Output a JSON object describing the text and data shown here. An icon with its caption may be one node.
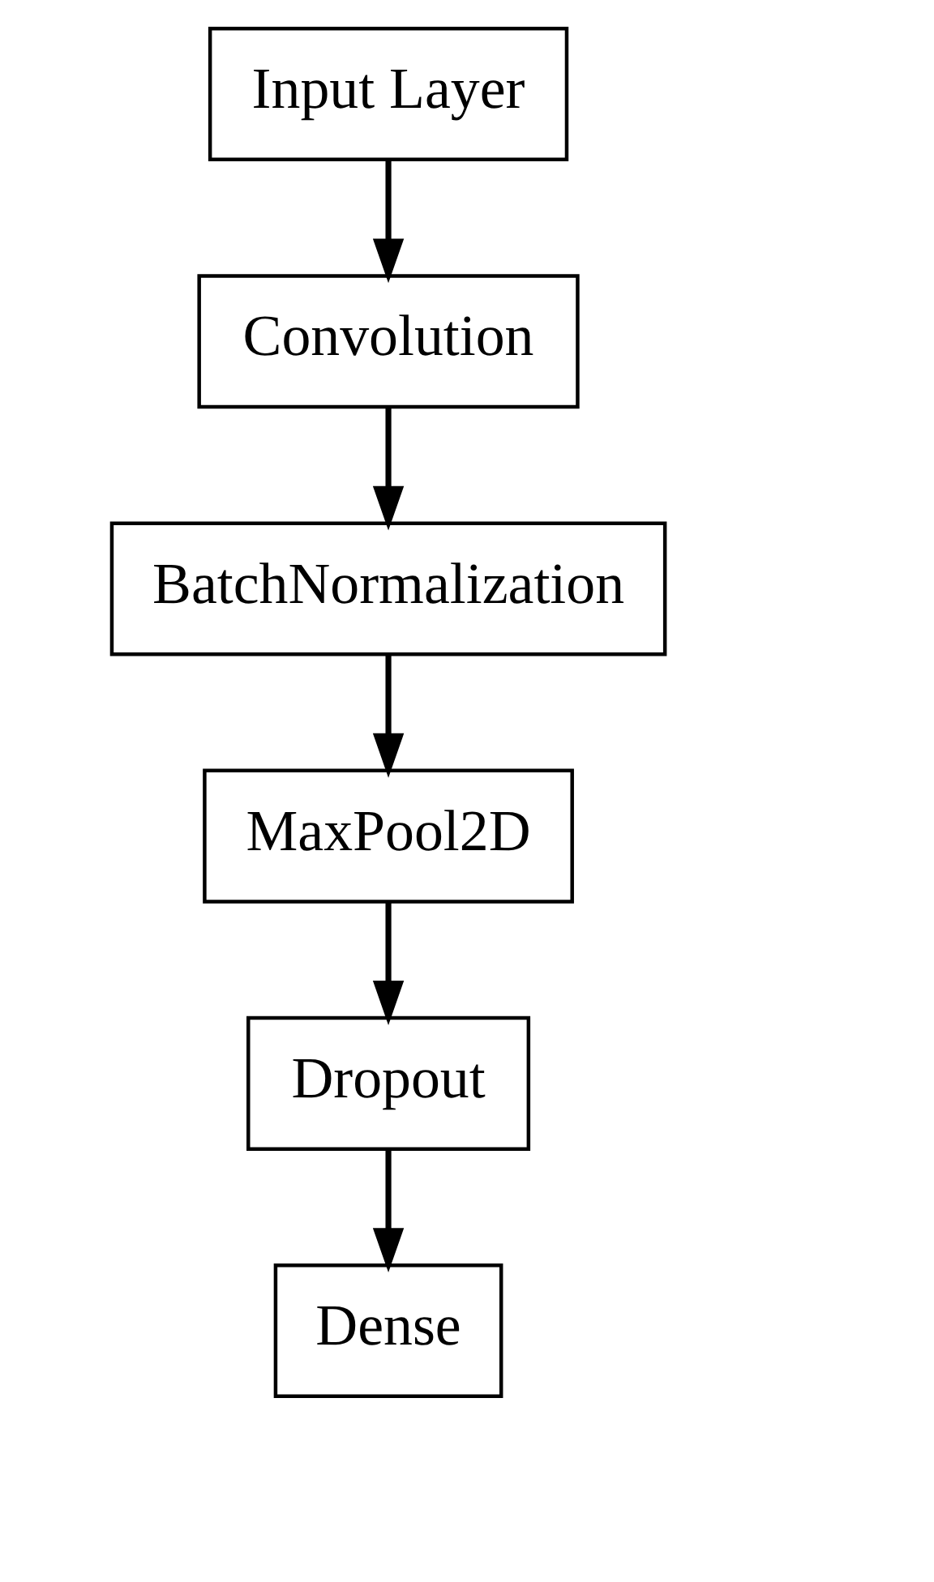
{
  "diagram": {
    "nodes": [
      {
        "text": [
          "Input Layer"
        ]
      },
      {
        "text": [
          "Convolution"
        ]
      },
      {
        "text": [
          "BatchNormalization"
        ]
      },
      {
        "text": [
          "MaxPool2D"
        ]
      },
      {
        "text": [
          "Dropout"
        ]
      },
      {
        "text": [
          "Dense"
        ]
      }
    ],
    "edges": [
      {
        "from": 0,
        "to": 1,
        "arrow": "to"
      },
      {
        "from": 1,
        "to": 2,
        "arrow": "to"
      },
      {
        "from": 2,
        "to": 3,
        "arrow": "to"
      },
      {
        "from": 3,
        "to": 4,
        "arrow": "to"
      },
      {
        "from": 4,
        "to": 5,
        "arrow": "to"
      }
    ]
  }
}
